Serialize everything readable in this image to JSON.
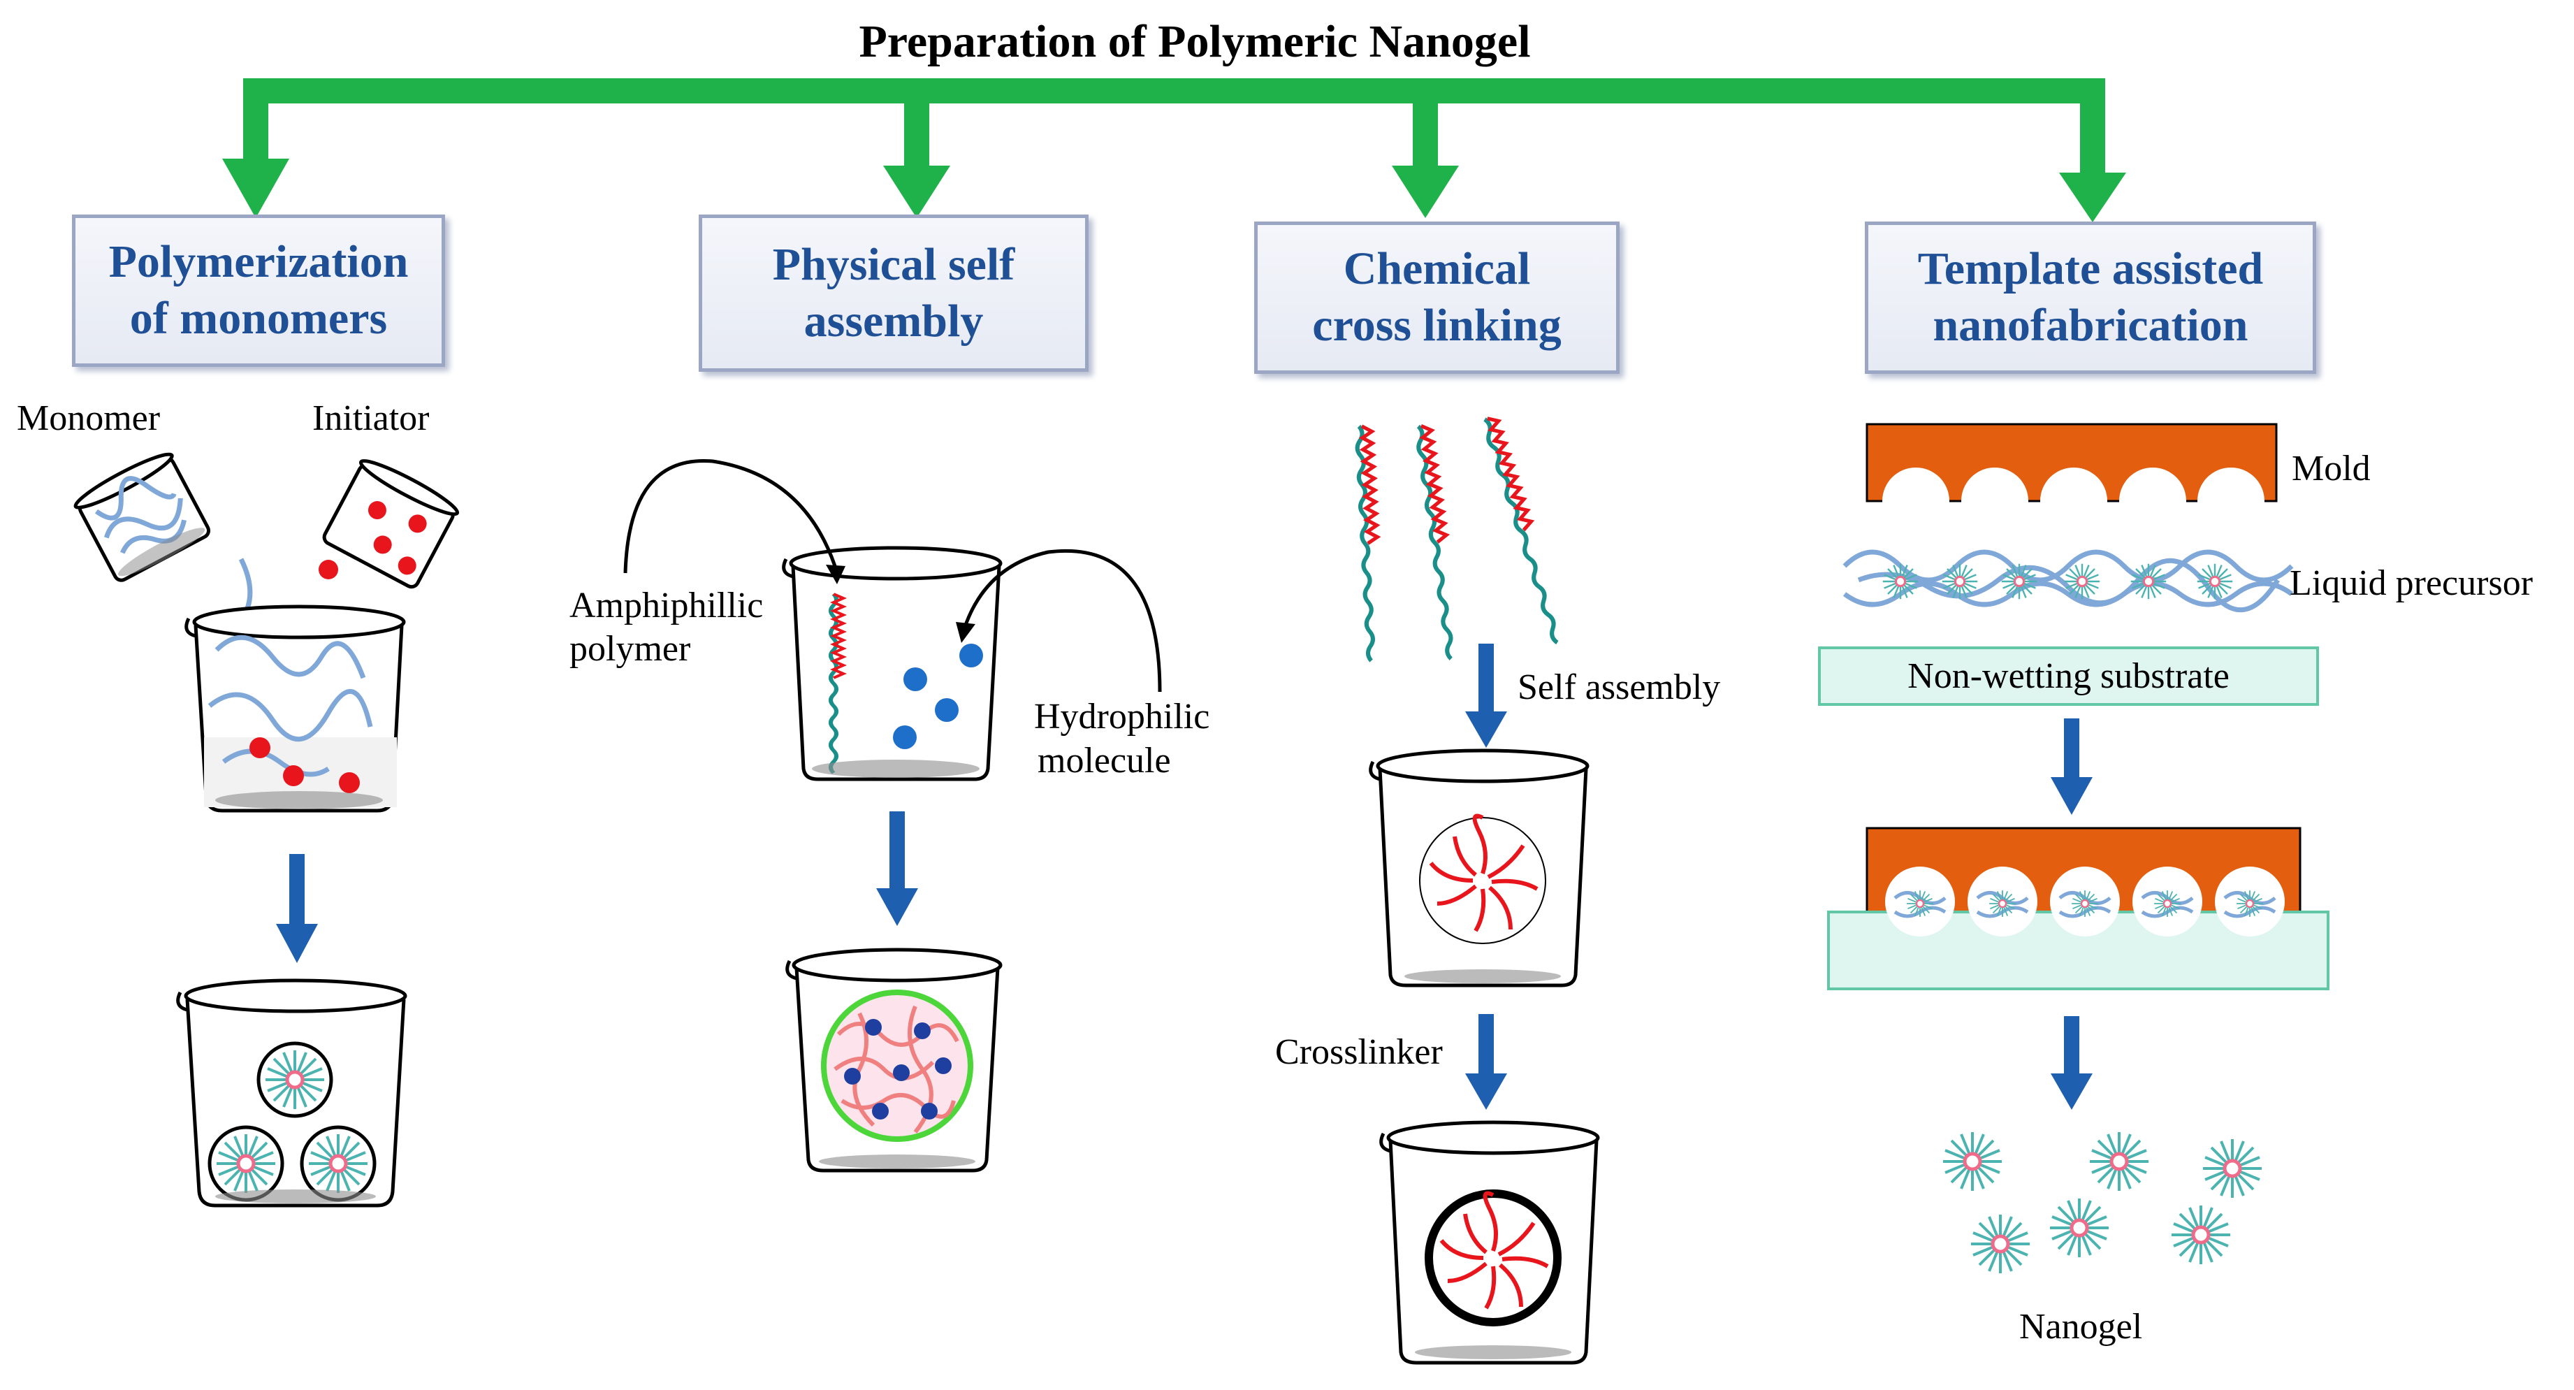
{
  "title": "Preparation of Polymeric Nanogel",
  "methods": [
    {
      "label": "Polymerization\nof monomers"
    },
    {
      "label": "Physical self\nassembly"
    },
    {
      "label": "Chemical\ncross linking"
    },
    {
      "label": "Template assisted\nnanofabrication"
    }
  ],
  "labels": {
    "monomer": "Monomer",
    "initiator": "Initiator",
    "amphiphillic_line1": "Amphiphillic",
    "amphiphillic_line2": "polymer",
    "hydrophilic_line1": "Hydrophilic",
    "hydrophilic_line2": "molecule",
    "self_assembly": "Self assembly",
    "crosslinker": "Crosslinker",
    "mold": "Mold",
    "liquid_precursor": "Liquid precursor",
    "non_wetting_substrate": "Non-wetting substrate",
    "nanogel": "Nanogel"
  },
  "colors": {
    "green_arrow": "#1fb24a",
    "blue_arrow": "#1f5fb0",
    "header_text": "#1f4f95",
    "monomer_red": "#e8161c",
    "polymer_teal": "#1a8f8a",
    "hydrophilic_blue": "#1e6fc9",
    "mold_orange": "#e35f0f",
    "substrate": "#dff5ef",
    "chain_pink": "#f08080"
  }
}
